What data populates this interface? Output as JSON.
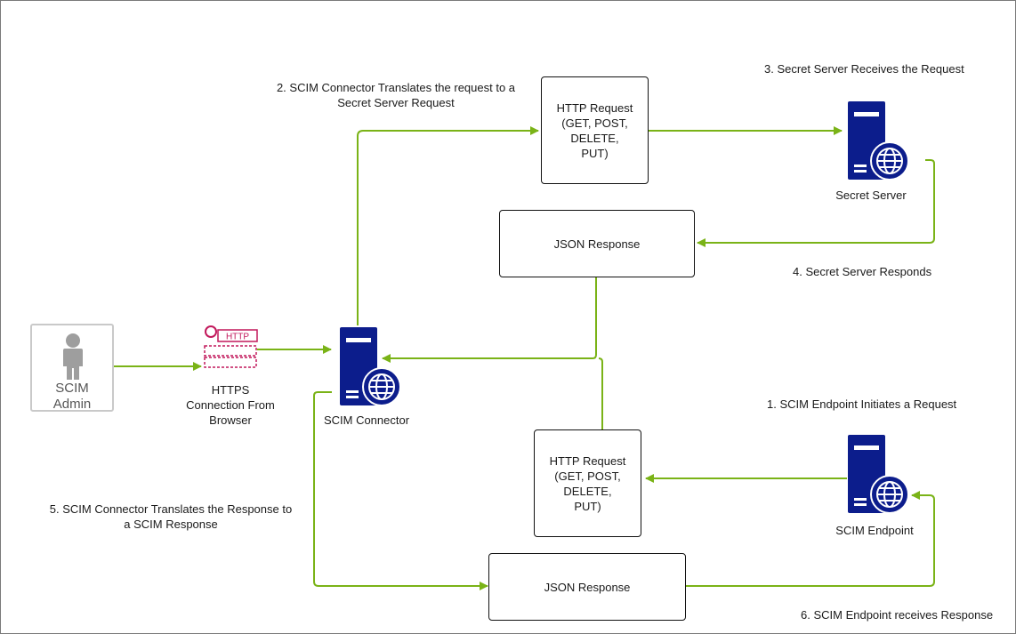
{
  "colors": {
    "arrow": "#7ab317",
    "server": "#0c1d8c",
    "http": "#c2185b",
    "admin": "#9e9e9e"
  },
  "nodes": {
    "admin": {
      "label": "SCIM\nAdmin",
      "icon": "user-icon"
    },
    "https": {
      "badge": "HTTP",
      "label": "HTTPS\nConnection From\nBrowser",
      "icon": "https-connection-icon"
    },
    "connector": {
      "label": "SCIM Connector",
      "icon": "server-globe-icon"
    },
    "secret_server": {
      "label": "Secret Server",
      "icon": "server-globe-icon"
    },
    "endpoint": {
      "label": "SCIM Endpoint",
      "icon": "server-globe-icon"
    }
  },
  "boxes": {
    "http_request_top": "HTTP Request\n(GET, POST,\nDELETE,\nPUT)",
    "json_response_top": "JSON Response",
    "http_request_bottom": "HTTP Request\n(GET, POST,\nDELETE,\nPUT)",
    "json_response_bottom": "JSON Response"
  },
  "steps": {
    "s1": "1. SCIM Endpoint Initiates a Request",
    "s2": "2. SCIM Connector Translates the request to a\nSecret Server Request",
    "s3": "3. Secret Server Receives the Request",
    "s4": "4. Secret Server Responds",
    "s5": "5. SCIM Connector Translates the Response to\na SCIM Response",
    "s6": "6. SCIM Endpoint receives Response"
  }
}
